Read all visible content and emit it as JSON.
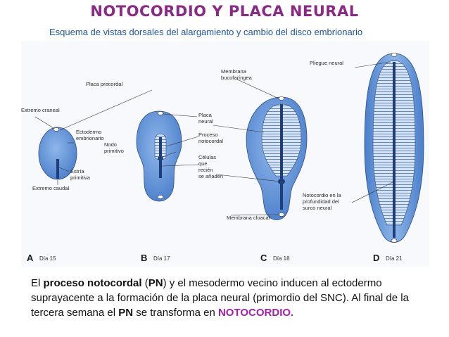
{
  "title": "NOTOCORDIO Y PLACA NEURAL",
  "subtitle": "Esquema  de vistas dorsales del alargamiento y cambio del disco embrionario",
  "figure": {
    "labels": {
      "placa_precordal": "Placa precordal",
      "extremo_craneal": "Extremo craneal",
      "ectodermo": "Ectodermo",
      "embrionario": "embrionario",
      "estria": "Estría",
      "primitiva": "primitiva",
      "extremo_caudal": "Extremo caudal",
      "nodo": "Nodo",
      "primitivo": "primitivo",
      "placa": "Placa",
      "neural": "neural",
      "proceso": "Proceso",
      "notocordal": "notocordal",
      "celulas": "Células",
      "que": "que",
      "recien": "recién",
      "se_anaden": "se añaden",
      "membrana": "Membrana",
      "bucofaringea": "bucofaríngea",
      "membrana_cloacal": "Membrana cloacal",
      "pliegue_neural": "Pliegue neural",
      "notocordio_en_la": "Notocordio en la",
      "profundidad_del": "profundidad del",
      "surco_neural": "surco neural"
    },
    "panels": [
      {
        "letter": "A",
        "day": "Día 15"
      },
      {
        "letter": "B",
        "day": "Día 17"
      },
      {
        "letter": "C",
        "day": "Día 18"
      },
      {
        "letter": "D",
        "day": "Día 21"
      }
    ]
  },
  "caption": {
    "t1": "El ",
    "b1": "proceso notocordal",
    "t2": " (",
    "b2": "PN",
    "t3": ") y el mesodermo vecino inducen al ectodermo suprayacente a la formación de la placa neural (primordio del SNC).  Al final de la tercera semana el ",
    "b3": "PN",
    "t4": " se transforma en ",
    "hl": "NOTOCORDIO."
  },
  "colors": {
    "title": "#8a2a86",
    "subtitle": "#1f55a0",
    "disc_fill": "#5b8fd6",
    "disc_light": "#c9dcf3",
    "notochord": "#1e3e7a",
    "highlight": "#a21fa8"
  }
}
